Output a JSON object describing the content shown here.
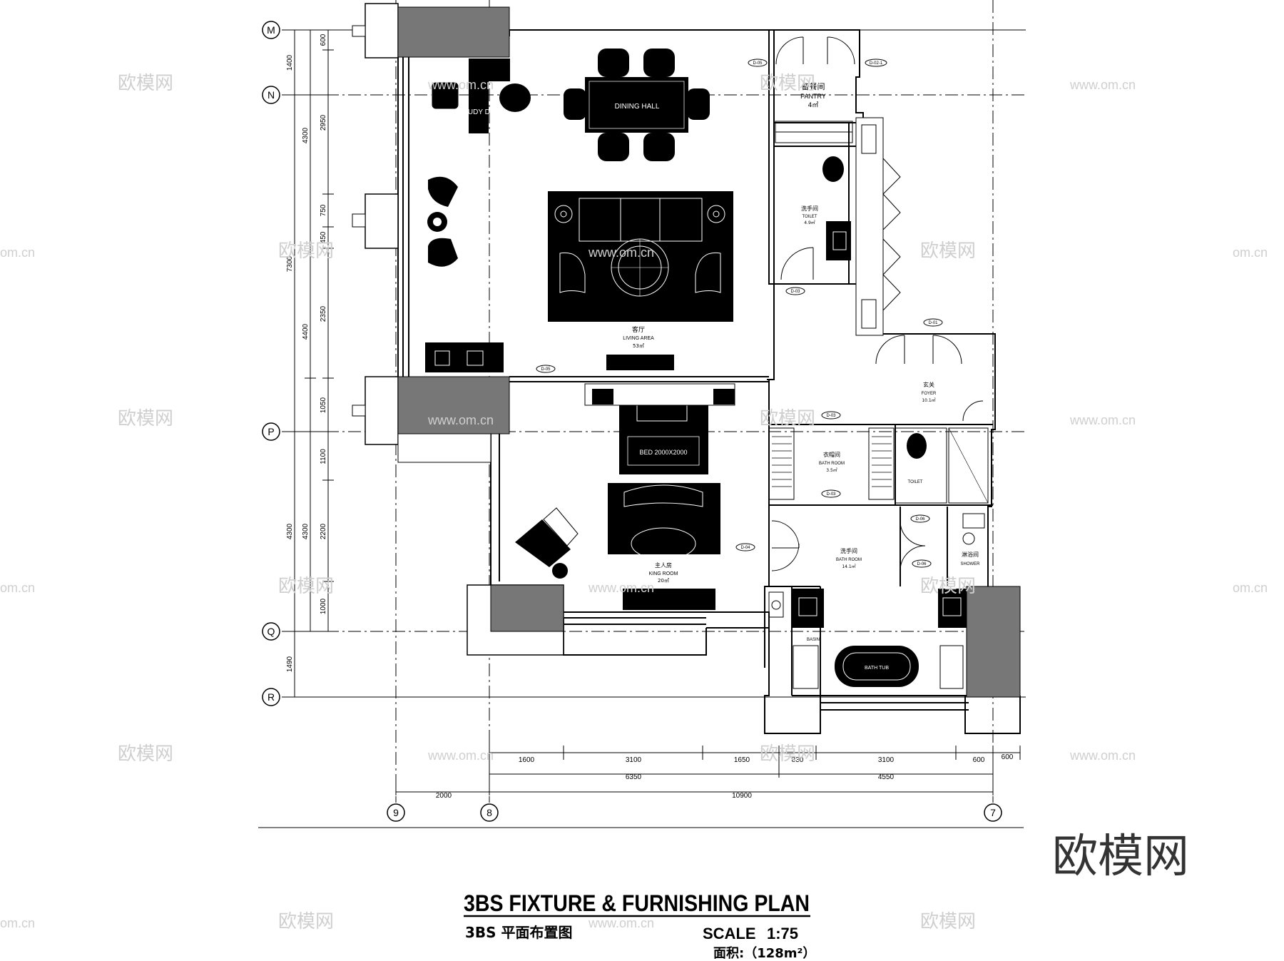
{
  "grid_labels": {
    "M": "M",
    "N": "N",
    "P": "P",
    "Q": "Q",
    "R": "R",
    "col9": "9",
    "col8": "8",
    "col7": "7"
  },
  "dims_vertical": {
    "outer_top": "1400",
    "outer_mid": "7300",
    "outer_low": "4300",
    "outer_bottom": "1490",
    "mid_a": "4300",
    "mid_b": "4400",
    "mid_c": "4300",
    "inner": [
      "600",
      "2950",
      "750",
      "450",
      "2350",
      "1050",
      "1100",
      "2200",
      "1000"
    ]
  },
  "dims_horizontal": {
    "row1": [
      "1600",
      "3100",
      "1650",
      "830",
      "3100",
      "600",
      "600"
    ],
    "row2": [
      "6350",
      "4550"
    ],
    "row3": [
      "2000",
      "10900"
    ]
  },
  "rooms": {
    "study": "STUDY DESK",
    "dining": "DINING HALL",
    "pantry_cn": "备餐间",
    "pantry_en": "PANTRY",
    "pantry_area": "4㎡",
    "toilet1_cn": "洗手间",
    "toilet1_en": "TOILET",
    "toilet1_area": "4.9㎡",
    "living_cn": "客厅",
    "living_en": "LIVING AREA",
    "living_area": "53㎡",
    "foyer_cn": "玄关",
    "foyer_en": "FOYER",
    "foyer_area": "10.1㎡",
    "wardrobe_cn": "衣帽间",
    "wardrobe_en": "BATH ROOM",
    "wardrobe_area": "3.5㎡",
    "toilet2_en": "TOILET",
    "bed": "BED 2000X2000",
    "bedroom_cn": "主人房",
    "bedroom_en": "KING ROOM",
    "bedroom_area": "20㎡",
    "bath_cn": "洗手间",
    "bath_en": "BATH ROOM",
    "bath_area": "14.1㎡",
    "shower_cn": "淋浴间",
    "shower_en": "SHOWER",
    "tub": "BATH TUB",
    "basin": "BASIN"
  },
  "doors": [
    "D-05",
    "D-02-1",
    "D-05",
    "D-03",
    "D-01",
    "D-03",
    "D-03",
    "D-04",
    "D-06",
    "D-06"
  ],
  "title_block": {
    "title": "3BS FIXTURE & FURNISHING PLAN",
    "subtitle": "3BS 平面布置图",
    "scale_label": "SCALE",
    "scale_value": "1:75",
    "area": "面积:（128m²）"
  },
  "watermark": {
    "brand": "欧模网",
    "url": "www.om.cn",
    "url_short": "om.cn"
  }
}
